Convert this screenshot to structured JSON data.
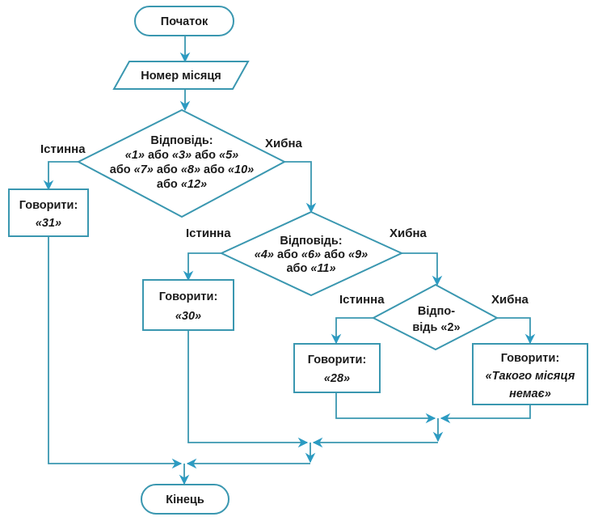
{
  "diagram": {
    "type": "flowchart",
    "colors": {
      "line": "#3a97b0",
      "arrow": "#2c9bc2",
      "text": "#1a1a1a",
      "background": "#ffffff"
    },
    "start": {
      "label": "Початок"
    },
    "input": {
      "label": "Номер місяця"
    },
    "decision1": {
      "lines": [
        [
          {
            "t": "Відповідь:"
          }
        ],
        [
          {
            "t": "«1»",
            "i": true
          },
          {
            "t": " або "
          },
          {
            "t": "«3»",
            "i": true
          },
          {
            "t": " або "
          },
          {
            "t": "«5»",
            "i": true
          }
        ],
        [
          {
            "t": "або "
          },
          {
            "t": "«7»",
            "i": true
          },
          {
            "t": " або "
          },
          {
            "t": "«8»",
            "i": true
          },
          {
            "t": " або "
          },
          {
            "t": "«10»",
            "i": true
          }
        ],
        [
          {
            "t": "або "
          },
          {
            "t": "«12»",
            "i": true
          }
        ]
      ],
      "true_label": "Істинна",
      "false_label": "Хибна"
    },
    "output31": {
      "title": "Говорити:",
      "value": "«31»"
    },
    "decision2": {
      "lines": [
        [
          {
            "t": "Відповідь:"
          }
        ],
        [
          {
            "t": "«4»",
            "i": true
          },
          {
            "t": " або "
          },
          {
            "t": "«6»",
            "i": true
          },
          {
            "t": " або "
          },
          {
            "t": "«9»",
            "i": true
          }
        ],
        [
          {
            "t": "або "
          },
          {
            "t": "«11»",
            "i": true
          }
        ]
      ],
      "true_label": "Істинна",
      "false_label": "Хибна"
    },
    "output30": {
      "title": "Говорити:",
      "value": "«30»"
    },
    "decision3": {
      "lines": [
        [
          {
            "t": "Відпо-"
          }
        ],
        [
          {
            "t": "відь «2»"
          }
        ]
      ],
      "true_label": "Істинна",
      "false_label": "Хибна"
    },
    "output28": {
      "title": "Говорити:",
      "value": "«28»"
    },
    "outputNone": {
      "title": "Говорити:",
      "value_lines": [
        "«Такого місяця",
        "немає»"
      ]
    },
    "end": {
      "label": "Кінець"
    }
  }
}
